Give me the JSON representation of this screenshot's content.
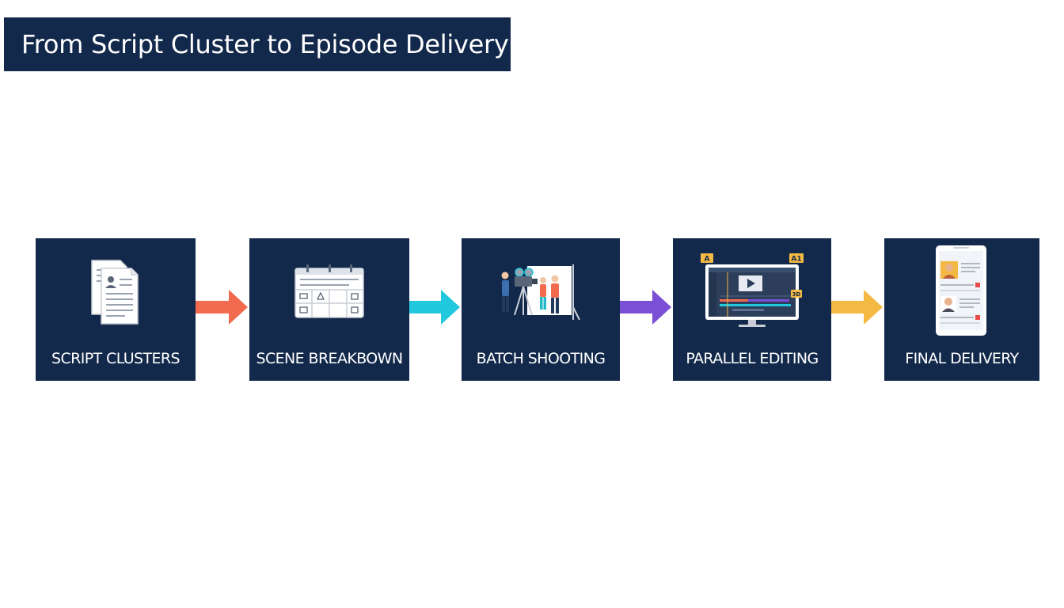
{
  "title": "From Script Cluster to Episode Delivery",
  "stages": [
    {
      "label": "SCRIPT CLUSTERS",
      "icon": "script-documents-icon"
    },
    {
      "label": "SCENE BREAKBOWN",
      "icon": "calendar-grid-icon"
    },
    {
      "label": "BATCH SHOOTING",
      "icon": "film-crew-camera-icon"
    },
    {
      "label": "PARALLEL EDITING",
      "icon": "editing-monitor-icon"
    },
    {
      "label": "FINAL DELIVERY",
      "icon": "mobile-feed-icon"
    }
  ],
  "icon_badges": {
    "left": "A",
    "right": "A1",
    "small": "3D"
  },
  "arrow_colors": [
    "#f26b4f",
    "#22c8dd",
    "#7b4fd6",
    "#f4b942"
  ],
  "colors": {
    "panel": "#13294b",
    "title_bg": "#13294b",
    "text": "#ffffff",
    "background": "#ffffff"
  }
}
